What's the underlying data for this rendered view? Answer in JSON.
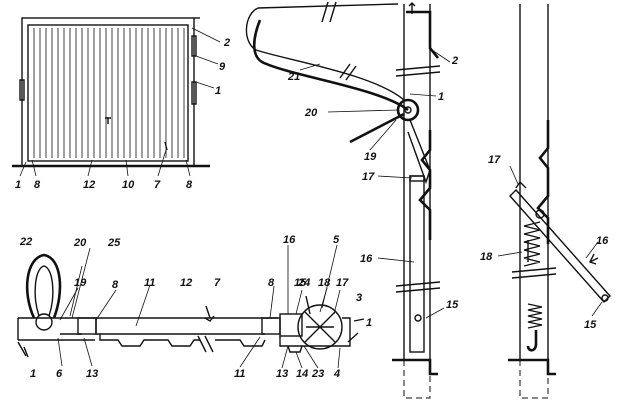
{
  "labels": {
    "gate": [
      "2",
      "9",
      "1",
      "1",
      "8",
      "12",
      "10",
      "7",
      "8"
    ],
    "section": [
      "22",
      "20",
      "25",
      "19",
      "8",
      "11",
      "12",
      "7",
      "8",
      "15",
      "16",
      "24",
      "5",
      "18",
      "17",
      "3",
      "1",
      "1",
      "6",
      "13",
      "11",
      "13",
      "14",
      "23",
      "4"
    ],
    "hinge": [
      "2",
      "1",
      "21",
      "20",
      "19",
      "17",
      "16",
      "15"
    ],
    "spring": [
      "17",
      "16",
      "18",
      "15"
    ]
  }
}
